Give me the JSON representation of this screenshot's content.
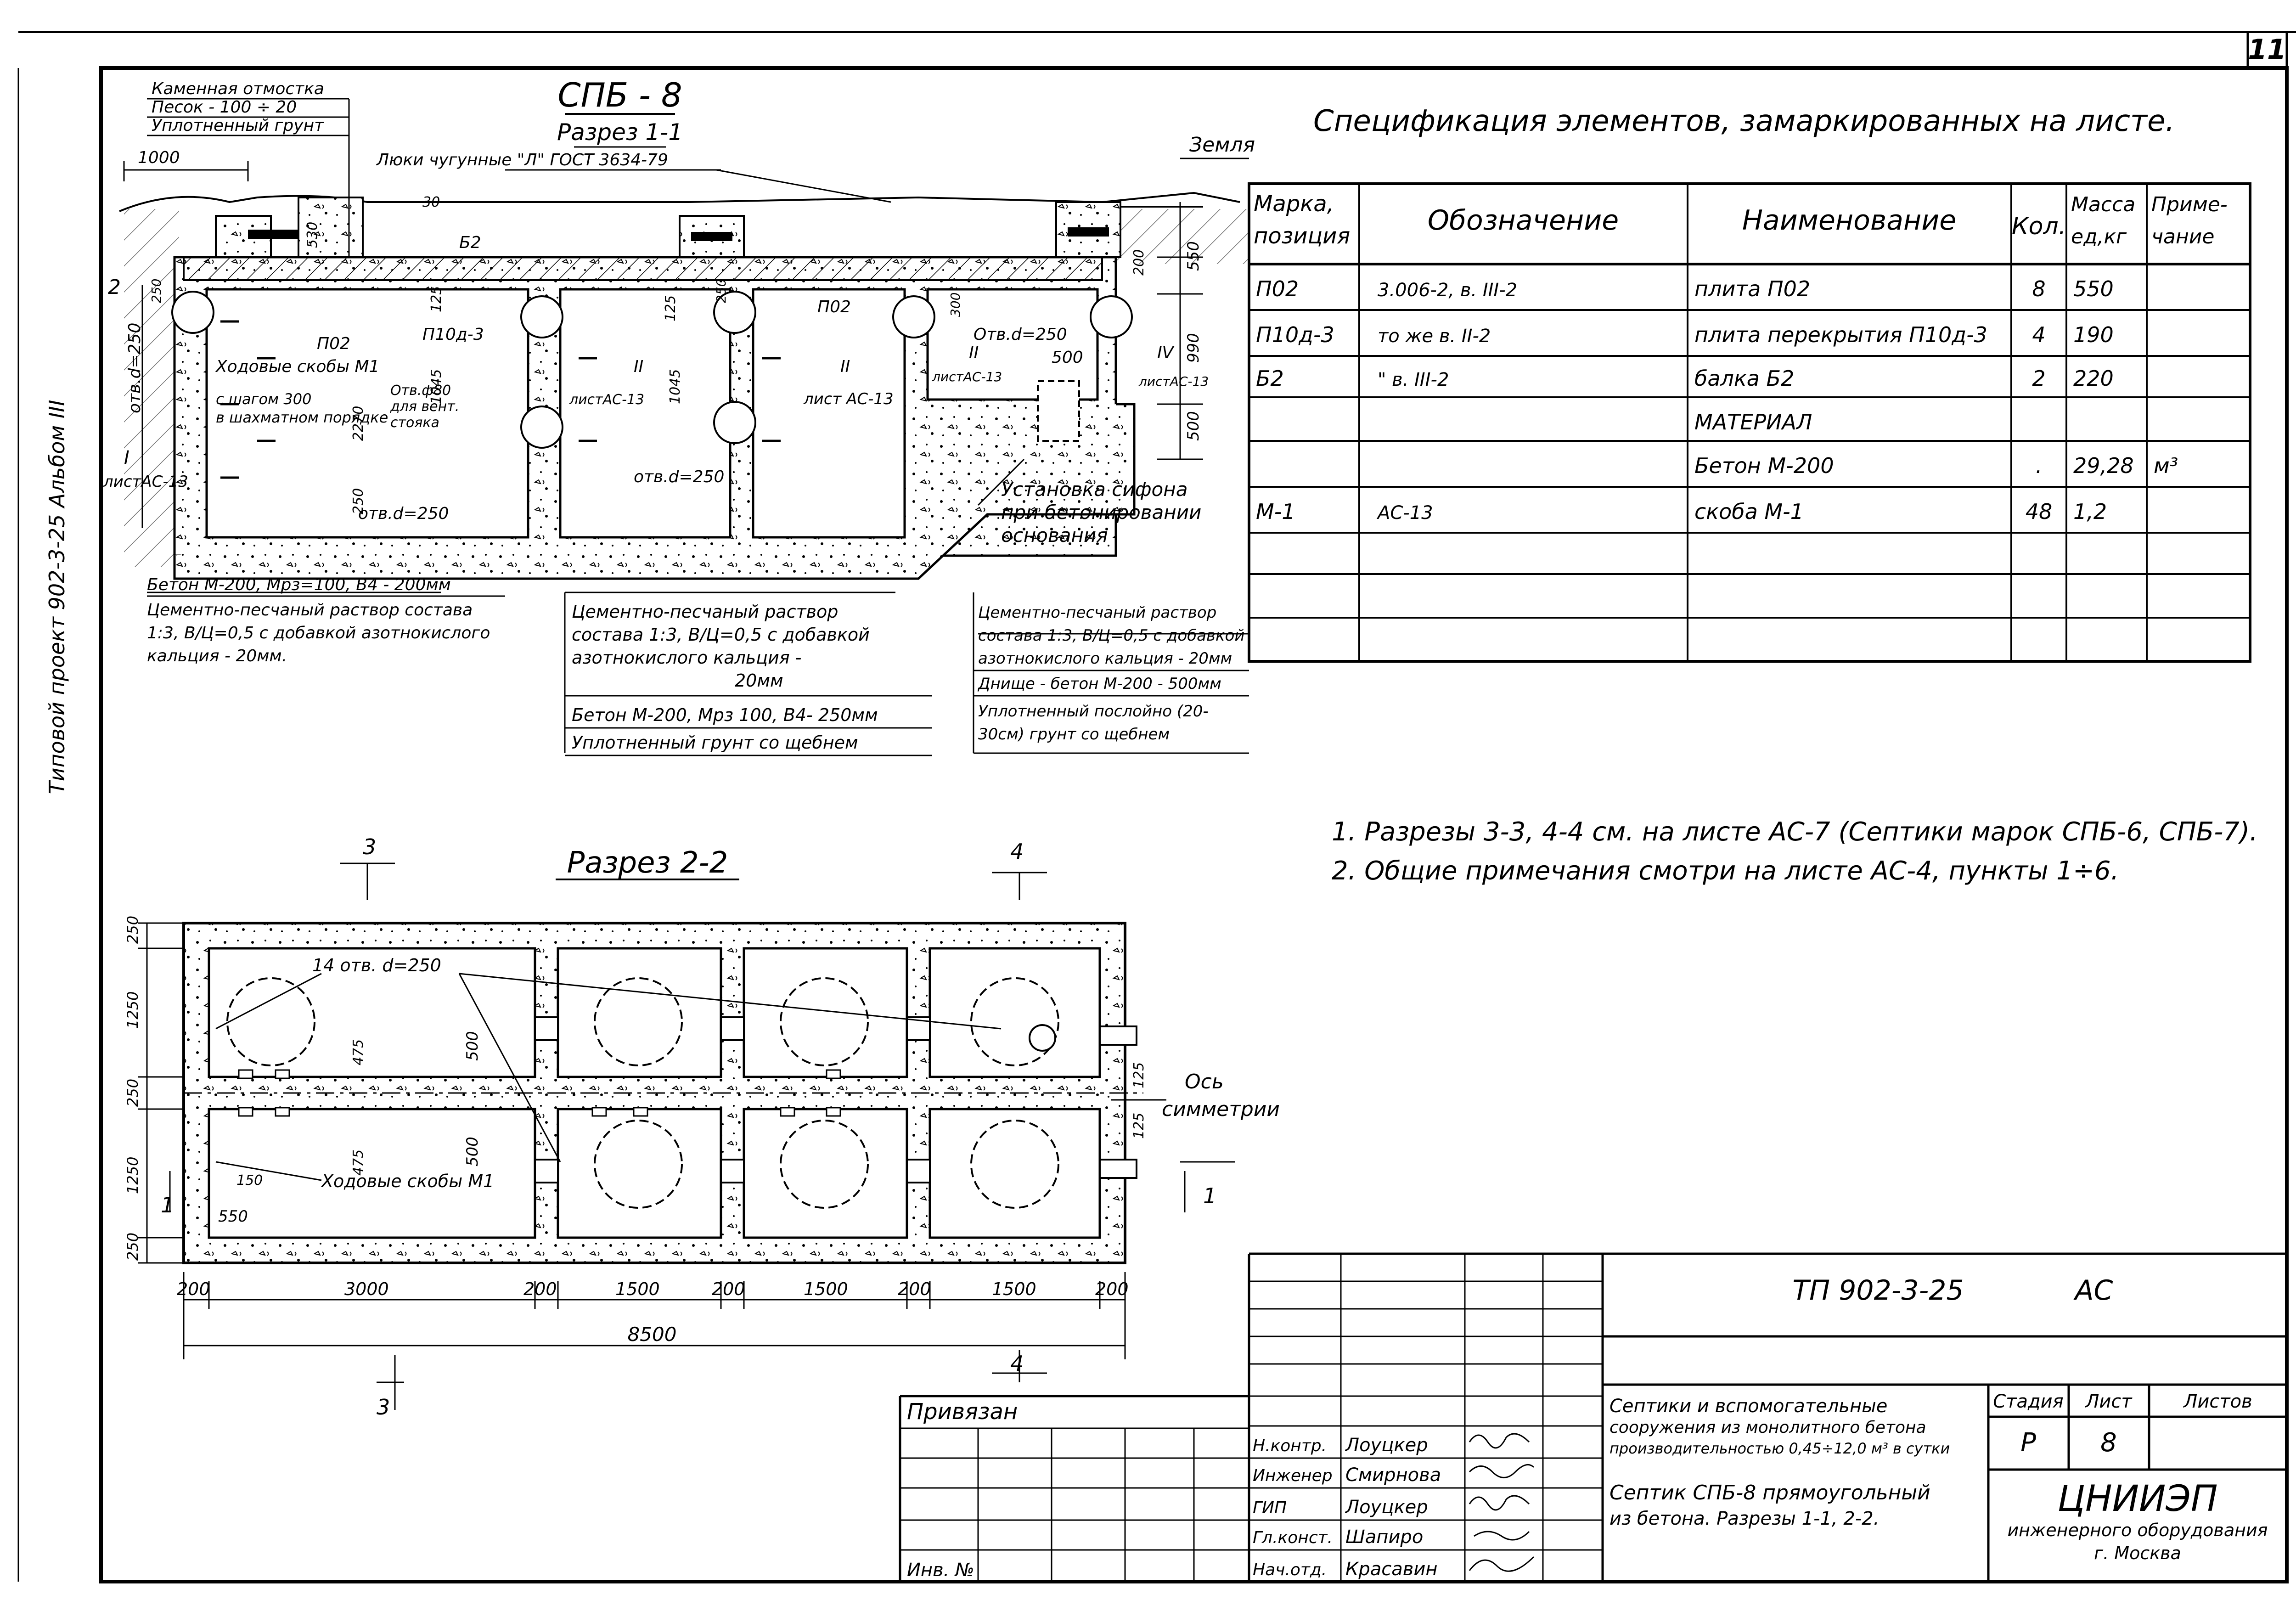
{
  "sheet_number": "11",
  "side_stamp": "Типовой проект 902-3-25   Альбом III",
  "section_1_1": {
    "title": "СПБ - 8",
    "subtitle": "Разрез 1-1",
    "labels": {
      "pavement": "Каменная отмостка",
      "sand": "Песок - 100 ÷ 20",
      "soil": "Уплотненный грунт",
      "dim_1000": "1000",
      "hatches": "Люки чугунные \"Л\" ГОСТ 3634-79",
      "ground": "Земля",
      "mark_2": "2",
      "hole_d250": "отв.d=250",
      "p02_a": "П02",
      "p02_b": "П02",
      "p10d3": "П10д-3",
      "b2": "Б2",
      "rungs": "Ходовые скобы М1",
      "rungs_step": "с шагом 300",
      "rungs_order": "в шахматном порядке",
      "hole_phi80": "Отв.ф80",
      "for_vent": "для вент.",
      "riser": "стояка",
      "mark_I": "I",
      "sheet_ac13_a": "листАС-13",
      "sheet_ac13_b": "листАС-13",
      "sheet_ac13_c": "лист АС-13",
      "sheet_ac13_d": "листАС-13",
      "sheet_ac13_e": "листАС-13",
      "mark_II_a": "II",
      "mark_II_b": "II",
      "mark_II_c": "II",
      "mark_IV": "IV",
      "hole_d250_b": "отв.d=250",
      "hole_d250_c": "отв.d=250",
      "hole_d250_d": "Отв.d=250",
      "dim_500": "500",
      "dim_530": "530",
      "dim_125a": "125",
      "dim_125b": "125",
      "dim_1045a": "1045",
      "dim_1045b": "1045",
      "dim_2270": "2270",
      "dim_250a": "250",
      "dim_250b": "250",
      "dim_250c": "250",
      "dim_200": "200",
      "dim_300": "300",
      "dim_550": "550",
      "dim_990": "990",
      "dim_500b": "500",
      "dim_30": "30",
      "siphon_1": "Установка сифона",
      "siphon_2": "при бетонировании",
      "siphon_3": "основания"
    },
    "notes_left": [
      "Бетон М-200, Мрз=100, В4  - 200мм",
      "Цементно-песчаный раствор состава",
      "1:3, В/Ц=0,5 с добавкой азотнокислого",
      "кальция        -        20мм."
    ],
    "notes_mid": [
      "Цементно-песчаный раствор",
      "состава 1:3, В/Ц=0,5 с добавкой",
      "азотнокислого кальция  -",
      "20мм",
      "Бетон М-200, Мрз 100, В4-  250мм",
      "Уплотненный грунт со щебнем"
    ],
    "notes_right": [
      "Цементно-песчаный раствор",
      "состава 1:3, В/Ц=0,5 с добавкой",
      "азотнокислого кальция - 20мм",
      "Днище - бетон М-200 - 500мм",
      "Уплотненный послойно (20-",
      "30см) грунт со щебнем"
    ]
  },
  "spec": {
    "title": "Спецификация элементов, замаркированных на листе.",
    "headers": [
      "Марка, позиция",
      "Обозначение",
      "Наименование",
      "Кол.",
      "Масса ед,кг",
      "Приме- чание"
    ],
    "rows": [
      [
        "П02",
        "3.006-2, в. III-2",
        "плита            П02",
        "8",
        "550",
        ""
      ],
      [
        "П10д-3",
        "то же   в. II-2",
        "плита перекрытия П10д-3",
        "4",
        "190",
        ""
      ],
      [
        "Б2",
        "\"          в. III-2",
        "балка                   Б2",
        "2",
        "220",
        ""
      ],
      [
        "",
        "",
        "МАТЕРИАЛ",
        "",
        "",
        ""
      ],
      [
        "",
        "",
        "Бетон   М-200",
        ".",
        "29,28",
        "м³"
      ],
      [
        "М-1",
        "АС-13",
        "скоба                  М-1",
        "48",
        "1,2",
        ""
      ],
      [
        "",
        "",
        "",
        "",
        "",
        ""
      ],
      [
        "",
        "",
        "",
        "",
        "",
        ""
      ],
      [
        "",
        "",
        "",
        "",
        "",
        ""
      ]
    ]
  },
  "notes_general": [
    "1. Разрезы 3-3, 4-4 см. на листе АС-7 (Септики марок СПБ-6, СПБ-7).",
    "2. Общие примечания смотри на листе АС-4, пункты 1÷6."
  ],
  "section_2_2": {
    "title": "Разрез 2-2",
    "cut_3": "3",
    "cut_4": "4",
    "cut_1": "1",
    "holes": "14 отв. d=250",
    "rungs": "Ходовые скобы М1",
    "axis_1": "Ось",
    "axis_2": "симметрии",
    "dim_150": "150",
    "dim_550": "550",
    "dim_475a": "475",
    "dim_475b": "475",
    "dim_500a": "500",
    "dim_500b": "500",
    "dim_125a": "125",
    "dim_125b": "125",
    "vert_dims": [
      "250",
      "1250",
      "250",
      "1250",
      "250"
    ],
    "horiz_dims": [
      "200",
      "3000",
      "200",
      "1500",
      "200",
      "1500",
      "200",
      "1500",
      "200"
    ],
    "total": "8500"
  },
  "title_block": {
    "project": "ТП 902-3-25",
    "code": "АС",
    "bound": "Привязан",
    "inv": "Инв. №",
    "roles": [
      "Н.контр.",
      "Инженер",
      "ГИП",
      "Гл.конст.",
      "Нач.отд."
    ],
    "names": [
      "Лоуцкер",
      "Смирнова",
      "Лоуцкер",
      "Шапиро",
      "Красавин"
    ],
    "subject": [
      "Септики и вспомогательные",
      "сооружения из монолитного бетона",
      "производительностью 0,45÷12,0 м³ в сутки"
    ],
    "sheet_title": [
      "Септик СПБ-8 прямоугольный",
      "из бетона. Разрезы 1-1, 2-2."
    ],
    "stage_hdr": "Стадия",
    "sheet_hdr": "Лист",
    "sheets_hdr": "Листов",
    "stage": "Р",
    "sheet": "8",
    "org": "ЦНИИЭП",
    "org_sub": "инженерного оборудования",
    "city": "г. Москва"
  }
}
